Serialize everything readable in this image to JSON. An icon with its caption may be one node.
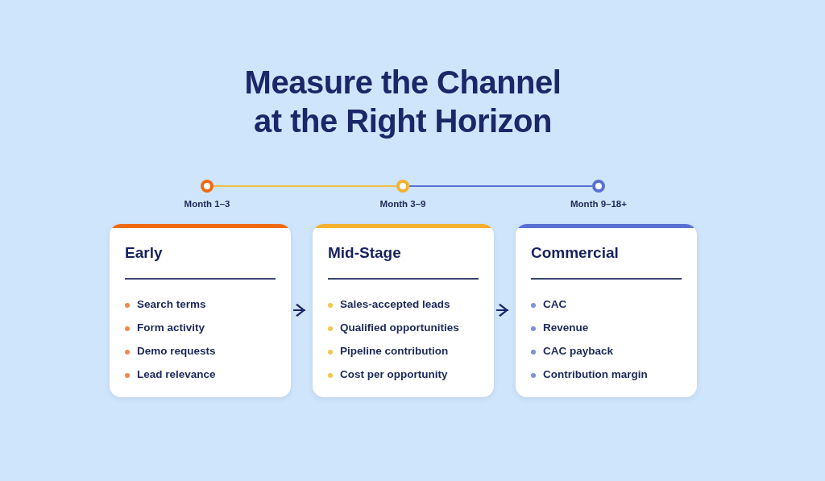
{
  "diagram": {
    "title": "Measure the Channel at the Right Horizon",
    "nodes": [
      {
        "text": [],
        "shape": "circle",
        "beside": [
          "Month 1–3"
        ]
      },
      {
        "text": [],
        "shape": "circle",
        "beside": [
          "Month 3–9"
        ]
      },
      {
        "text": [],
        "shape": "circle",
        "beside": [
          "Month 9–18+"
        ]
      },
      {
        "text": [
          "Early",
          "Search terms",
          "Form activity",
          "Demo requests",
          "Lead relevance"
        ]
      },
      {
        "text": [
          "Mid-Stage",
          "Sales-accepted leads",
          "Qualified opportunities",
          "Pipeline contribution",
          "Cost per opportunity"
        ]
      },
      {
        "text": [
          "Commercial",
          "CAC",
          "Revenue",
          "CAC payback",
          "Contribution margin"
        ]
      }
    ],
    "edges": [
      {
        "from": 0,
        "to": 1,
        "arrow": "none",
        "color": "#f2bd4a"
      },
      {
        "from": 1,
        "to": 2,
        "arrow": "none",
        "color": "#5a6fd3"
      },
      {
        "from": 3,
        "to": 4,
        "arrow": "to"
      },
      {
        "from": 4,
        "to": 5,
        "arrow": "to"
      }
    ]
  }
}
